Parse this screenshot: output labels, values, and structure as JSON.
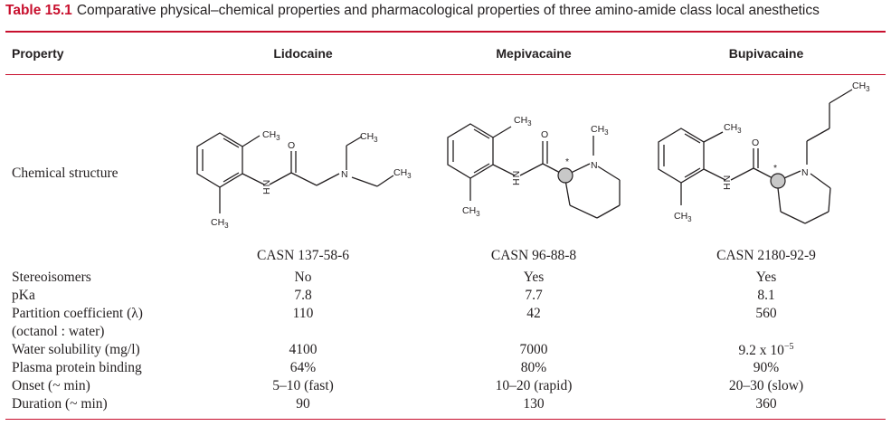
{
  "table": {
    "label": "Table 15.1",
    "caption": "Comparative physical–chemical properties and pharmacological properties of three amino-amide class local anesthetics",
    "header": {
      "property": "Property",
      "drugs": [
        "Lidocaine",
        "Mepivacaine",
        "Bupivacaine"
      ]
    },
    "structure_label": "Chemical structure",
    "casn": [
      "CASN 137-58-6",
      "CASN 96-88-8",
      "CASN 2180-92-9"
    ],
    "structure_text": {
      "ch3": "CH",
      "sub3": "3",
      "o": "O",
      "n": "N",
      "h": "H",
      "nh_n": "N",
      "star": "*"
    },
    "rows": [
      {
        "property": "Stereoisomers",
        "values": [
          "No",
          "Yes",
          "Yes"
        ]
      },
      {
        "property": "pKa",
        "values": [
          "7.8",
          "7.7",
          "8.1"
        ]
      },
      {
        "property": "Partition coefficient (λ)",
        "values": [
          "110",
          "42",
          "560"
        ]
      },
      {
        "property": "(octanol : water)",
        "values": [
          "",
          "",
          ""
        ]
      },
      {
        "property": "Water solubility (mg/l)",
        "values": [
          "4100",
          "7000",
          "9.2 x 10"
        ],
        "bupi_exp": "−5"
      },
      {
        "property": "Plasma protein binding",
        "values": [
          "64%",
          "80%",
          "90%"
        ]
      },
      {
        "property": "Onset (~ min)",
        "values": [
          "5–10 (fast)",
          "10–20 (rapid)",
          "20–30 (slow)"
        ]
      },
      {
        "property": "Duration (~ min)",
        "values": [
          "90",
          "130",
          "360"
        ]
      }
    ]
  }
}
